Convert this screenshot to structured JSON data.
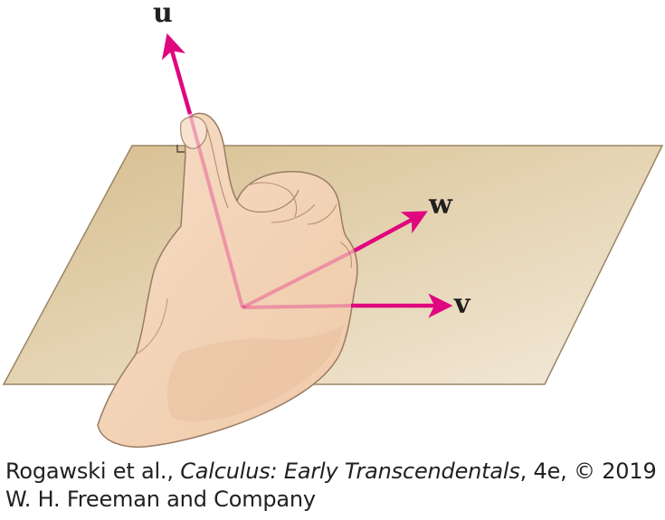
{
  "colors": {
    "vector": "#e0067f",
    "plane_top": "#d8c093",
    "plane_bottom": "#f1e6d2",
    "skin": "#f3d3b8",
    "skin_shadow": "#e2b796",
    "outline": "#8c6f5a",
    "text": "#231f20"
  },
  "diagram": {
    "labels": {
      "u": "u",
      "v": "v",
      "w": "w"
    },
    "icons": {
      "hand": "right-hand-rule-hand-icon",
      "plane": "parallelogram-plane"
    }
  },
  "caption": {
    "line1_prefix": "Rogawski et al., ",
    "line1_title": "Calculus: Early Transcendentals",
    "line1_suffix": ", 4e, © 2019",
    "line2": "W. H. Freeman and Company"
  }
}
